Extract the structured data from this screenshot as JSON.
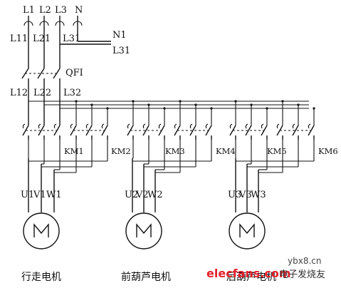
{
  "supply": {
    "phases": [
      "L1",
      "L2",
      "L3"
    ],
    "neutral": "N"
  },
  "after_fuse": [
    "L11",
    "L21",
    "L31"
  ],
  "aux_labels": [
    "N1",
    "L31"
  ],
  "breaker": "QFI",
  "after_breaker": [
    "L12",
    "L22",
    "L32"
  ],
  "contactors": [
    "KM1",
    "KM2",
    "KM3",
    "KM4",
    "KM5",
    "KM6"
  ],
  "motors": [
    {
      "terminals": [
        "U1",
        "V1",
        "W1"
      ],
      "caption": "行走电机"
    },
    {
      "terminals": [
        "U2",
        "V2",
        "W2"
      ],
      "caption": "前葫芦电机"
    },
    {
      "terminals": [
        "U3",
        "V3",
        "W3"
      ],
      "caption": "后葫芦电机"
    }
  ],
  "watermark": {
    "site": "elecfans.com",
    "cn": "电子发烧友",
    "url": "ybx8.cn"
  },
  "colors": {
    "line": "#111111",
    "watermark": "#e4202b"
  }
}
